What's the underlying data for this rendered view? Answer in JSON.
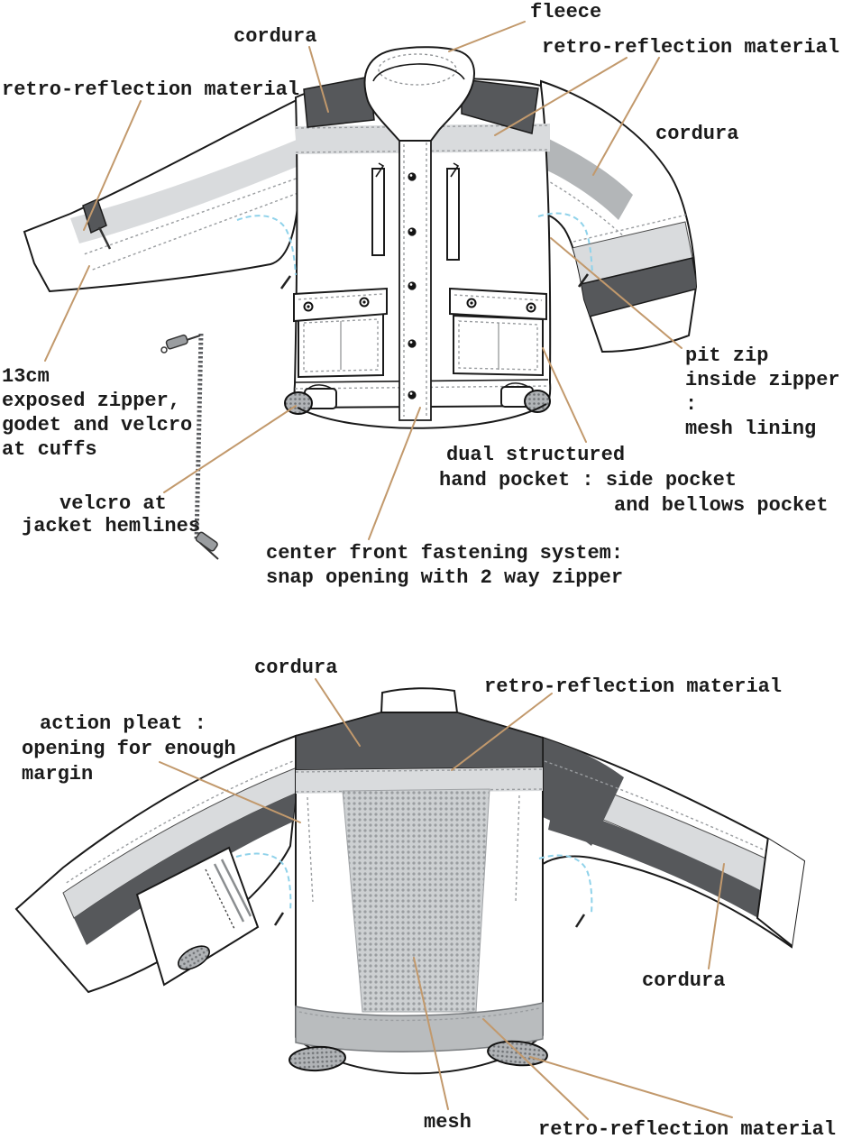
{
  "diagram_title": "jacket technical flat sketch, front and back views with material callouts",
  "colors": {
    "cordura_dark": "#56585b",
    "retro_reflection_light": "#d9dbdd",
    "sleeve_band_medium": "#b3b6b8",
    "mesh_gray": "#c6c9cb",
    "bottom_band": "#b9bcbe",
    "leader_line": "#c2996c",
    "pit_zip_dashes": "#8fd2ea",
    "line_art": "#1a1a1a",
    "background": "#ffffff"
  },
  "front": {
    "view_name": "front view",
    "labels": {
      "fleece": "fleece",
      "cordura_left": "cordura",
      "retro_top_right": "retro-reflection material",
      "retro_left": "retro-reflection material",
      "cordura_right": "cordura",
      "cuff_zipper": "13cm\nexposed zipper,\ngodet and velcro\nat cuffs",
      "velcro_hem_1": "velcro at",
      "velcro_hem_2": "jacket hemlines",
      "pit_zip": "pit zip\ninside zipper :\nmesh lining",
      "hand_pocket_1": "dual structured",
      "hand_pocket_2": "hand pocket : side pocket",
      "hand_pocket_3": "and bellows pocket",
      "center_front": "center front fastening system:\nsnap opening with 2 way zipper"
    }
  },
  "back": {
    "view_name": "back view",
    "labels": {
      "cordura_top": "cordura",
      "retro_top": "retro-reflection material",
      "action_pleat_1": "action pleat :",
      "action_pleat_2": "opening for enough",
      "action_pleat_3": "margin",
      "cordura_right": "cordura",
      "mesh": "mesh",
      "retro_bottom": "retro-reflection material"
    }
  }
}
